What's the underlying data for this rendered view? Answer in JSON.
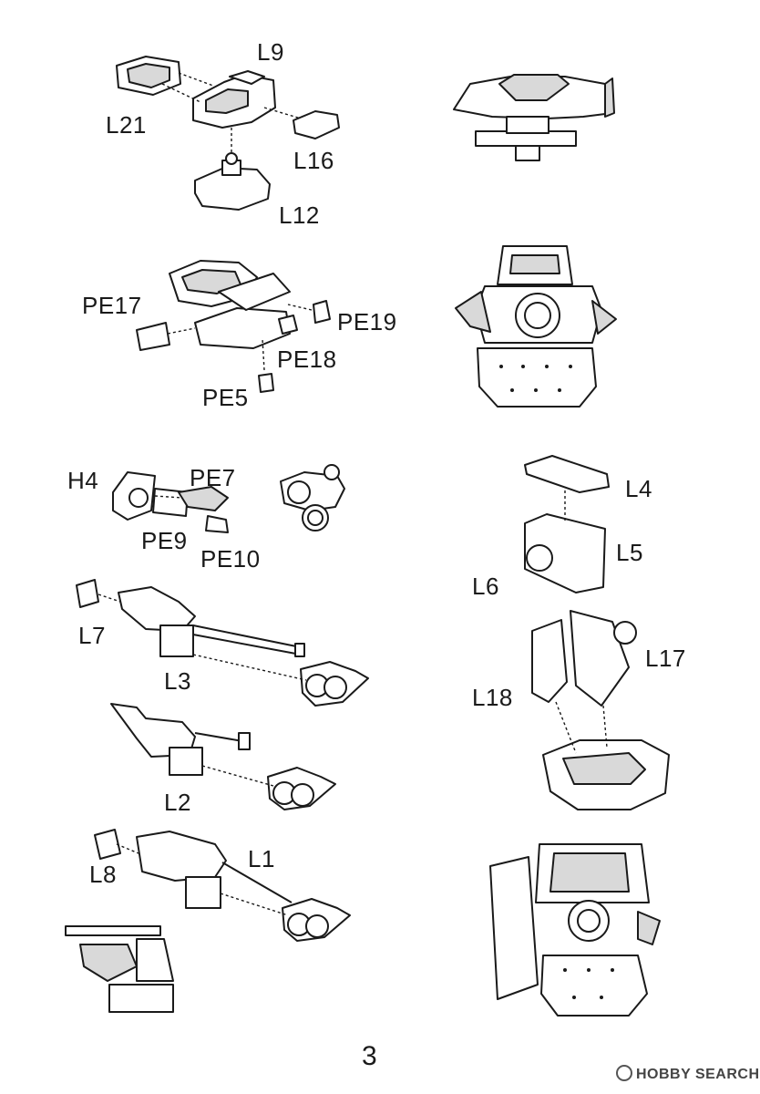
{
  "page_number": "3",
  "watermark": "HOBBY SEARCH",
  "labels": {
    "l9": "L9",
    "l21": "L21",
    "l16": "L16",
    "l12": "L12",
    "pe17": "PE17",
    "pe19": "PE19",
    "pe18": "PE18",
    "pe5": "PE5",
    "h4": "H4",
    "pe7": "PE7",
    "pe9": "PE9",
    "pe10": "PE10",
    "l4": "L4",
    "l5": "L5",
    "l6": "L6",
    "l17": "L17",
    "l18": "L18",
    "l7": "L7",
    "l3": "L3",
    "l2": "L2",
    "l1": "L1",
    "l8": "L8"
  },
  "colors": {
    "line": "#1a1a1a",
    "fill": "#ffffff",
    "shade": "#d9d9d9"
  }
}
